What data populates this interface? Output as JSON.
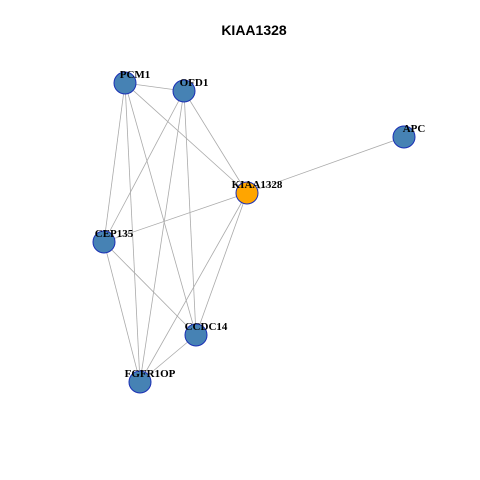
{
  "title": "KIAA1328",
  "colors": {
    "hub": "#ffa500",
    "neighbor": "#4682b4",
    "node_border": "#1a2fb5",
    "edge": "#aaaaaa"
  },
  "nodes": [
    {
      "id": "PCM1",
      "label": "PCM1",
      "type": "neighbor"
    },
    {
      "id": "OFD1",
      "label": "OFD1",
      "type": "neighbor"
    },
    {
      "id": "APC",
      "label": "APC",
      "type": "neighbor"
    },
    {
      "id": "KIAA1328",
      "label": "KIAA1328",
      "type": "hub"
    },
    {
      "id": "CEP135",
      "label": "CEP135",
      "type": "neighbor"
    },
    {
      "id": "CCDC14",
      "label": "CCDC14",
      "type": "neighbor"
    },
    {
      "id": "FGFR1OP",
      "label": "FGFR1OP",
      "type": "neighbor"
    }
  ],
  "edges": [
    [
      "PCM1",
      "OFD1"
    ],
    [
      "PCM1",
      "KIAA1328"
    ],
    [
      "PCM1",
      "CEP135"
    ],
    [
      "PCM1",
      "CCDC14"
    ],
    [
      "PCM1",
      "FGFR1OP"
    ],
    [
      "OFD1",
      "KIAA1328"
    ],
    [
      "OFD1",
      "CEP135"
    ],
    [
      "OFD1",
      "CCDC14"
    ],
    [
      "OFD1",
      "FGFR1OP"
    ],
    [
      "APC",
      "KIAA1328"
    ],
    [
      "KIAA1328",
      "CEP135"
    ],
    [
      "KIAA1328",
      "CCDC14"
    ],
    [
      "KIAA1328",
      "FGFR1OP"
    ],
    [
      "CEP135",
      "CCDC14"
    ],
    [
      "CEP135",
      "FGFR1OP"
    ],
    [
      "CCDC14",
      "FGFR1OP"
    ]
  ]
}
